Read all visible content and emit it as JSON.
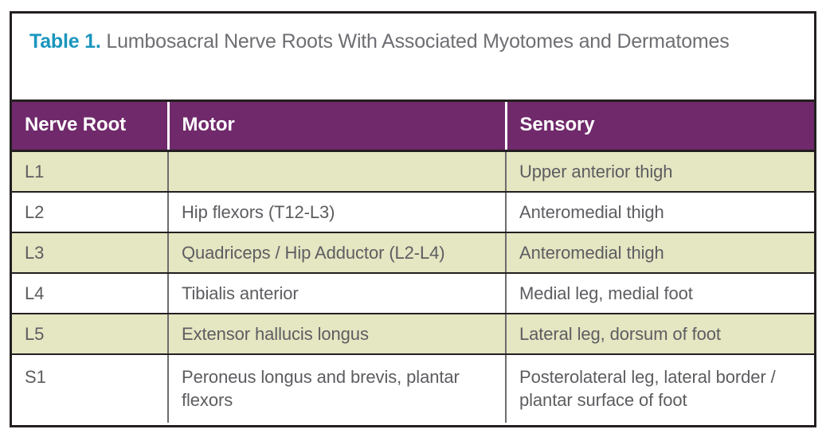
{
  "caption": {
    "label": "Table 1.",
    "text": "Lumbosacral Nerve Roots With Associated Myotomes and Dermatomes"
  },
  "colors": {
    "header_background": "#70296b",
    "header_text": "#ffffff",
    "shaded_row": "#e5e6c2",
    "plain_row": "#ffffff",
    "body_text": "#5d5d61",
    "caption_label": "#1a96bd",
    "caption_text": "#6e6e73",
    "border": "#231f20"
  },
  "table": {
    "columns": [
      "Nerve Root",
      "Motor",
      "Sensory"
    ],
    "rows": [
      {
        "nerve_root": "L1",
        "motor": "",
        "sensory": "Upper anterior thigh"
      },
      {
        "nerve_root": "L2",
        "motor": "Hip flexors (T12-L3)",
        "sensory": "Anteromedial thigh"
      },
      {
        "nerve_root": "L3",
        "motor": "Quadriceps / Hip Adductor (L2-L4)",
        "sensory": "Anteromedial thigh"
      },
      {
        "nerve_root": "L4",
        "motor": "Tibialis anterior",
        "sensory": "Medial leg, medial foot"
      },
      {
        "nerve_root": "L5",
        "motor": "Extensor hallucis longus",
        "sensory": "Lateral leg, dorsum of foot"
      },
      {
        "nerve_root": "S1",
        "motor": "Peroneus longus and brevis, plantar flexors",
        "sensory": "Posterolateral leg, lateral border / plantar surface of foot"
      }
    ]
  }
}
